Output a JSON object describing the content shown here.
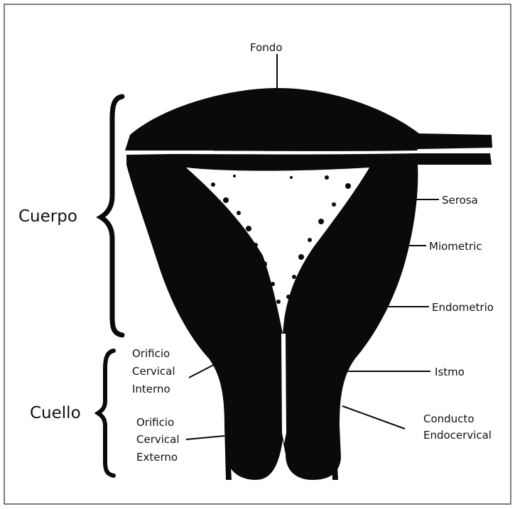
{
  "labels": {
    "fondo": "Fondo",
    "cuerpo": "Cuerpo",
    "cuello": "Cuello",
    "serosa": "Serosa",
    "miometric": "Miometric",
    "endometrio": "Endometrio",
    "istmo": "Istmo",
    "orificio_interno": [
      "Orificio",
      "Cervical",
      "Interno"
    ],
    "orificio_externo": [
      "Orificio",
      "Cervical",
      "Externo"
    ],
    "conducto": [
      "Conducto",
      "Endocervical"
    ]
  },
  "colors": {
    "ink": "#0a0a0a",
    "cavity": "#ffffff",
    "border": "#555555"
  }
}
